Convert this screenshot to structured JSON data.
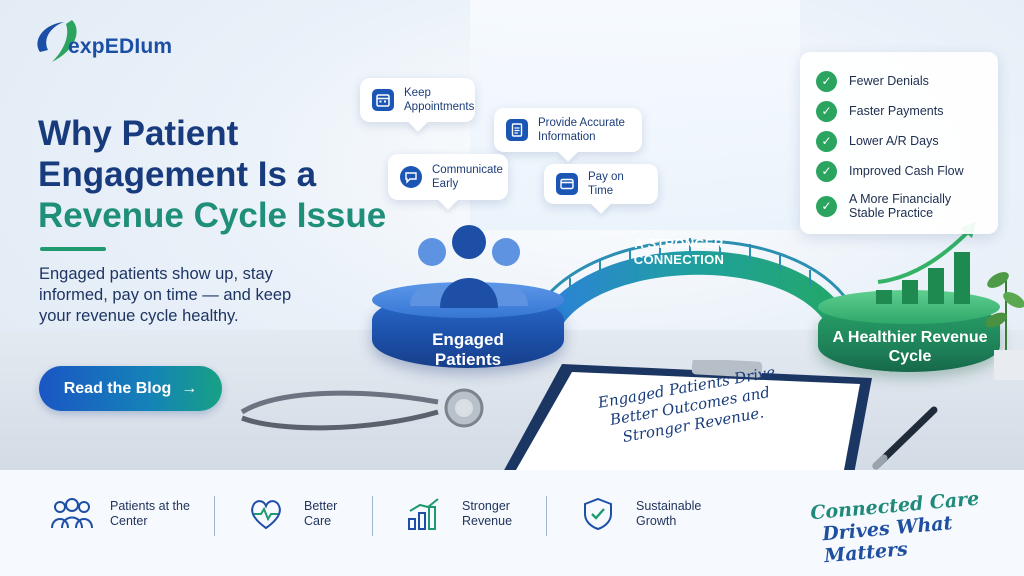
{
  "brand": {
    "name": "expEDIum",
    "logo_icon": "swoosh-logo-icon"
  },
  "headline": {
    "line1": "Why Patient",
    "line2": "Engagement Is a",
    "line3": "Revenue Cycle Issue"
  },
  "subtitle": "Engaged patients show up, stay informed, pay on time — and keep your revenue cycle healthy.",
  "cta": {
    "label": "Read the Blog",
    "arrow": "→"
  },
  "bubbles": [
    {
      "label": "Keep Appointments",
      "icon": "calendar-icon"
    },
    {
      "label": "Provide Accurate Information",
      "icon": "document-icon"
    },
    {
      "label": "Communicate Early",
      "icon": "chat-icon"
    },
    {
      "label": "Pay on Time",
      "icon": "credit-card-icon"
    }
  ],
  "pedestals": {
    "left": "Engaged Patients",
    "right": "A Healthier Revenue Cycle"
  },
  "bridge_label": "A STRONGER CONNECTION",
  "benefits": [
    "Fewer Denials",
    "Faster Payments",
    "Lower A/R Days",
    "Improved Cash Flow",
    "A More Financially Stable Practice"
  ],
  "clipboard_note": "Engaged Patients Drive Better Outcomes and Stronger Revenue.",
  "features": [
    {
      "label": "Patients at the Center",
      "icon": "people-icon"
    },
    {
      "label": "Better Care",
      "icon": "heart-pulse-icon"
    },
    {
      "label": "Stronger Revenue",
      "icon": "bar-chart-icon"
    },
    {
      "label": "Sustainable Growth",
      "icon": "shield-check-icon"
    }
  ],
  "tagline": {
    "line1": "Connected Care",
    "line2": "Drives What Matters"
  },
  "colors": {
    "navy": "#173b7d",
    "teal": "#1f8f7a",
    "blue": "#1b56b5",
    "green": "#2aa45e"
  }
}
